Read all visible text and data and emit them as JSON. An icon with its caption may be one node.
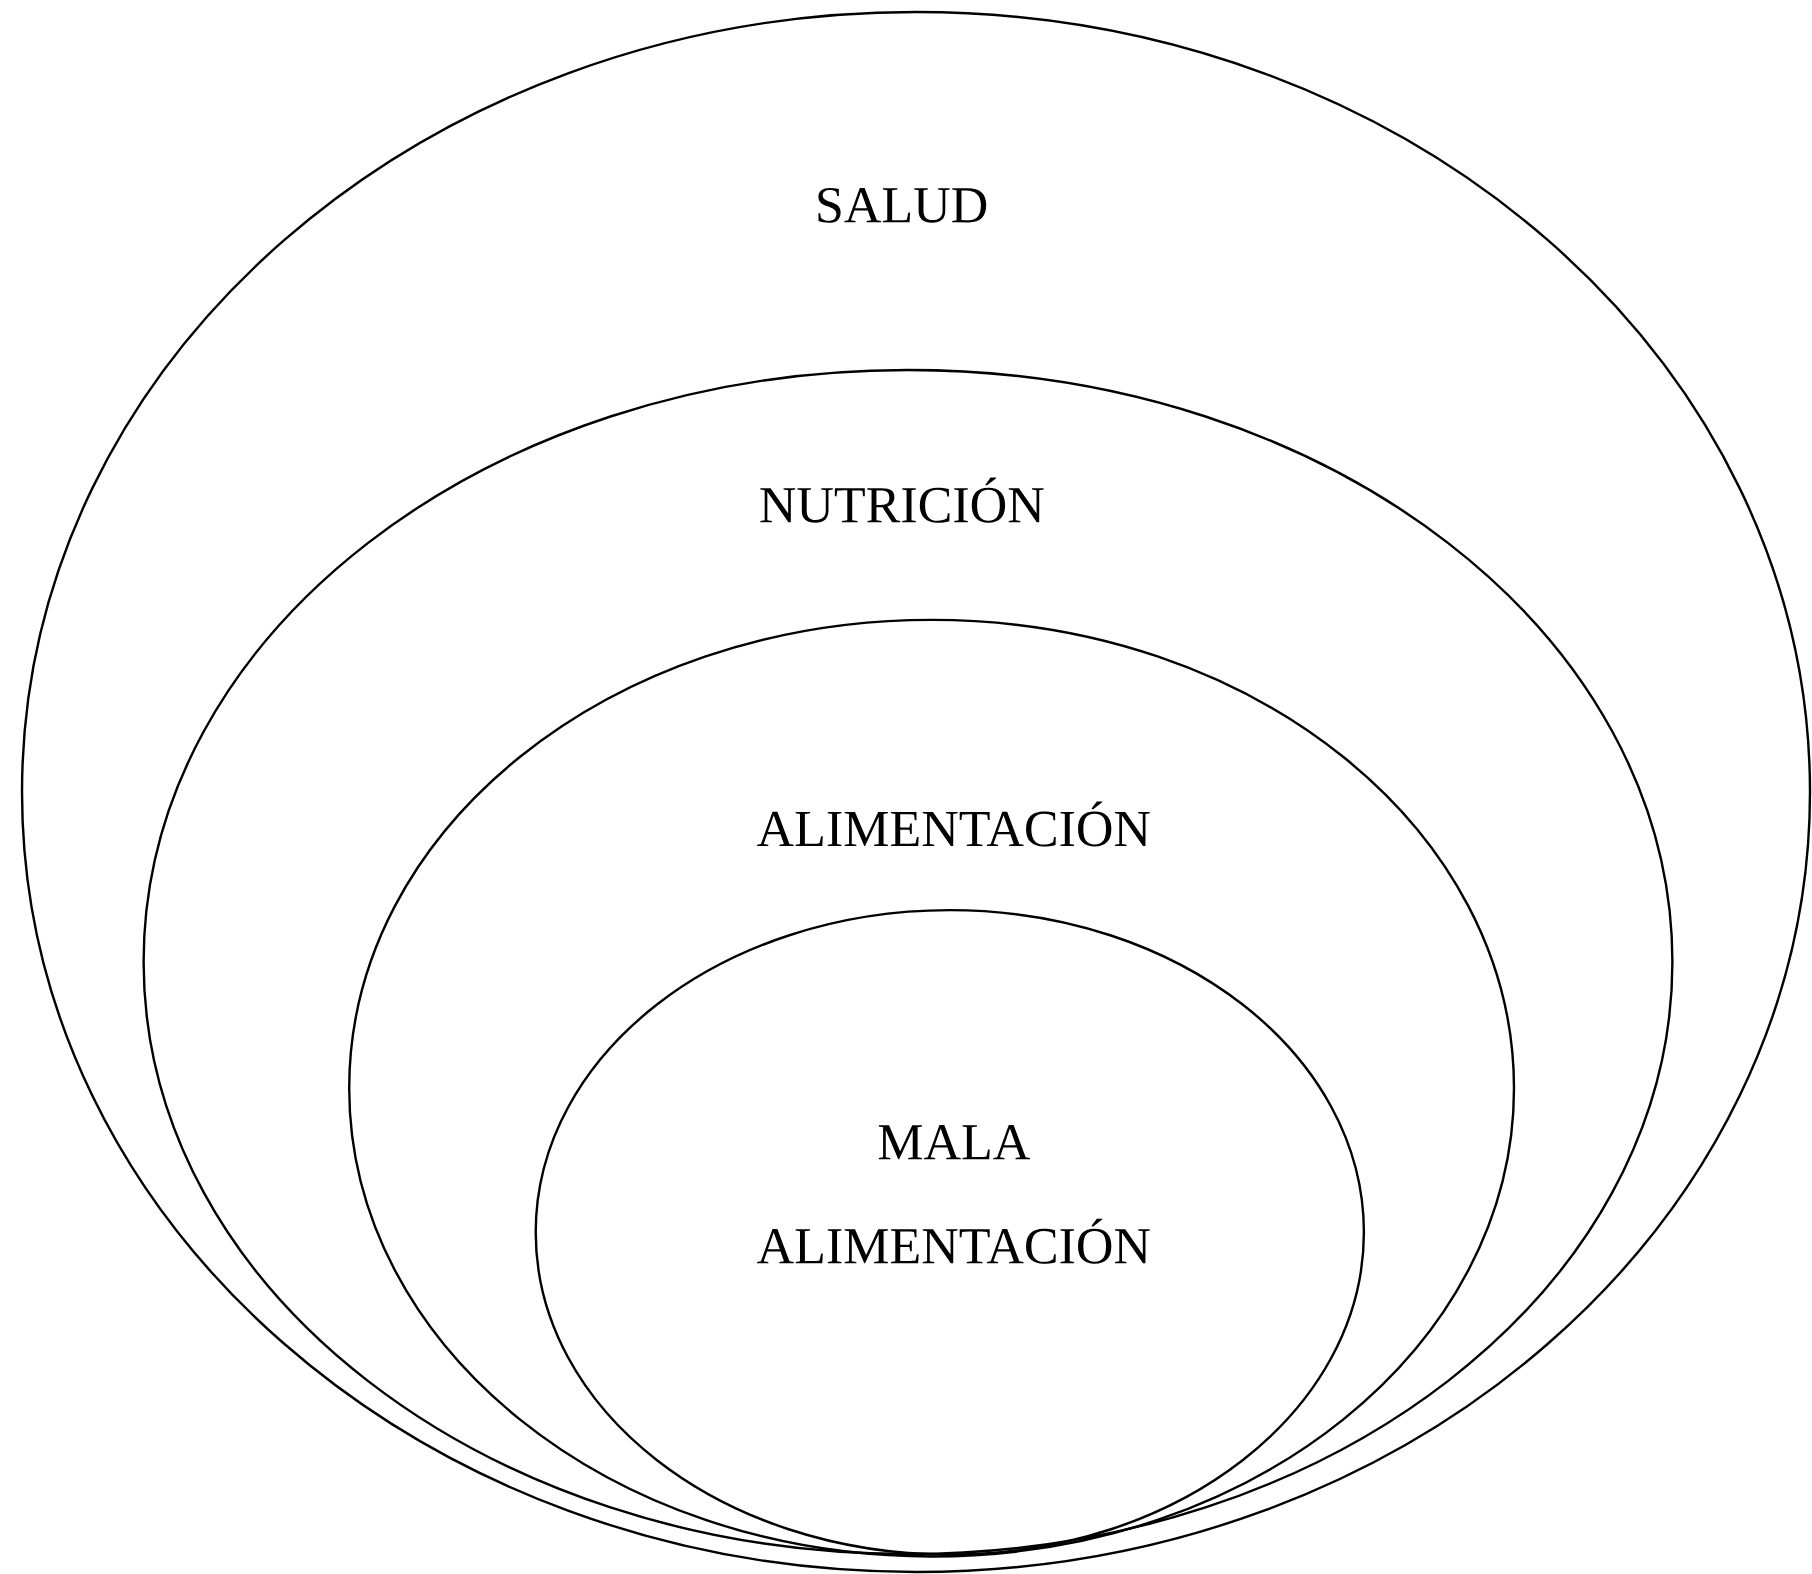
{
  "diagram": {
    "nodes": [
      {
        "text": [
          "SALUD"
        ]
      },
      {
        "text": [
          "NUTRICIÓN"
        ],
        "in": 0
      },
      {
        "text": [
          "ALIMENTACIÓN"
        ],
        "in": 1
      },
      {
        "text": [
          "MALA ALIMENTACIÓN"
        ],
        "in": 2
      }
    ]
  }
}
